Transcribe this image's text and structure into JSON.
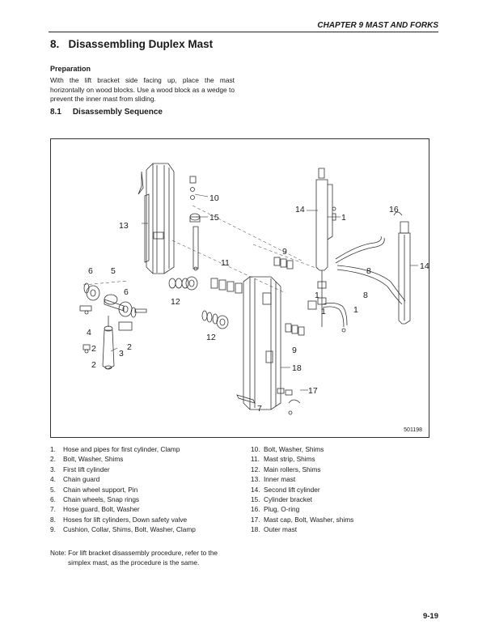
{
  "header": {
    "chapter": "CHAPTER 9 MAST AND FORKS"
  },
  "section": {
    "number": "8.",
    "title": "Disassembling Duplex Mast"
  },
  "preparation": {
    "heading": "Preparation",
    "text": "With the lift bracket side facing up, place the mast horizontally on wood blocks. Use a wood block as a wedge to prevent the inner mast from sliding."
  },
  "subsection": {
    "number": "8.1",
    "title": "Disassembly Sequence"
  },
  "figure": {
    "id": "501198",
    "callouts": [
      "1",
      "1",
      "1",
      "1",
      "2",
      "2",
      "2",
      "3",
      "4",
      "5",
      "6",
      "6",
      "7",
      "8",
      "8",
      "9",
      "9",
      "10",
      "11",
      "12",
      "12",
      "13",
      "14",
      "14",
      "15",
      "16",
      "17",
      "18"
    ]
  },
  "legend_left": [
    {
      "num": "1.",
      "text": "Hose and pipes for first cylinder, Clamp"
    },
    {
      "num": "2.",
      "text": "Bolt, Washer, Shims"
    },
    {
      "num": "3.",
      "text": "First lift cylinder"
    },
    {
      "num": "4.",
      "text": "Chain guard"
    },
    {
      "num": "5.",
      "text": "Chain wheel support, Pin"
    },
    {
      "num": "6.",
      "text": "Chain wheels, Snap rings"
    },
    {
      "num": "7.",
      "text": "Hose guard, Bolt, Washer"
    },
    {
      "num": "8.",
      "text": "Hoses for lift cylinders, Down safety valve"
    },
    {
      "num": "9.",
      "text": "Cushion, Collar, Shims, Bolt, Washer, Clamp"
    }
  ],
  "legend_right": [
    {
      "num": "10.",
      "text": "Bolt, Washer, Shims"
    },
    {
      "num": "11.",
      "text": "Mast strip, Shims"
    },
    {
      "num": "12.",
      "text": "Main rollers, Shims"
    },
    {
      "num": "13.",
      "text": "Inner mast"
    },
    {
      "num": "14.",
      "text": "Second lift cylinder"
    },
    {
      "num": "15.",
      "text": "Cylinder bracket"
    },
    {
      "num": "16.",
      "text": "Plug, O-ring"
    },
    {
      "num": "17.",
      "text": "Mast cap, Bolt, Washer, shims"
    },
    {
      "num": "18.",
      "text": "Outer mast"
    }
  ],
  "note": {
    "line1": "Note: For lift bracket disassembly procedure, refer to the",
    "line2": "simplex mast, as the procedure is the same."
  },
  "page_number": "9-19"
}
